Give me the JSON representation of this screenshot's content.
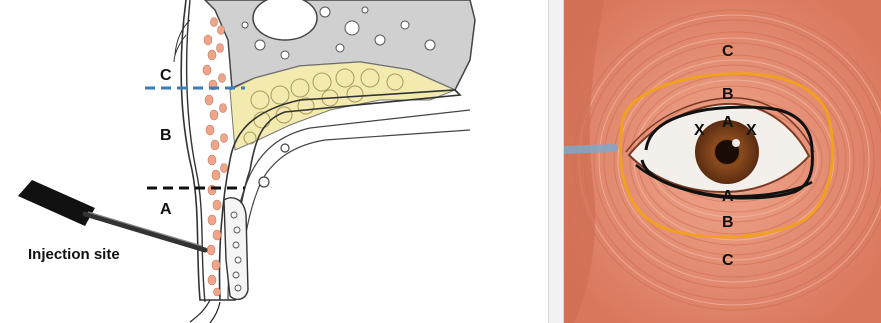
{
  "left_figure": {
    "zone_labels": {
      "c": "C",
      "b": "B",
      "a": "A"
    },
    "injection_label": "Injection site"
  },
  "right_figure": {
    "zone_labels": {
      "c_top": "C",
      "b_top": "B",
      "a_top": "A",
      "x_left": "X",
      "x_right": "X",
      "a_bottom": "A",
      "b_bottom": "B",
      "c_bottom": "C"
    }
  },
  "colors": {
    "bone": "#d0d0d0",
    "fat": "#f3eab0",
    "muscle_dots": "#f0a58a",
    "blue_dashed": "#3a7db8",
    "black_dashed": "#111111",
    "muscle": "#e58f74",
    "orange_contour": "#f2a020",
    "black_contour": "#111111",
    "iris": "#8a4a1e"
  }
}
